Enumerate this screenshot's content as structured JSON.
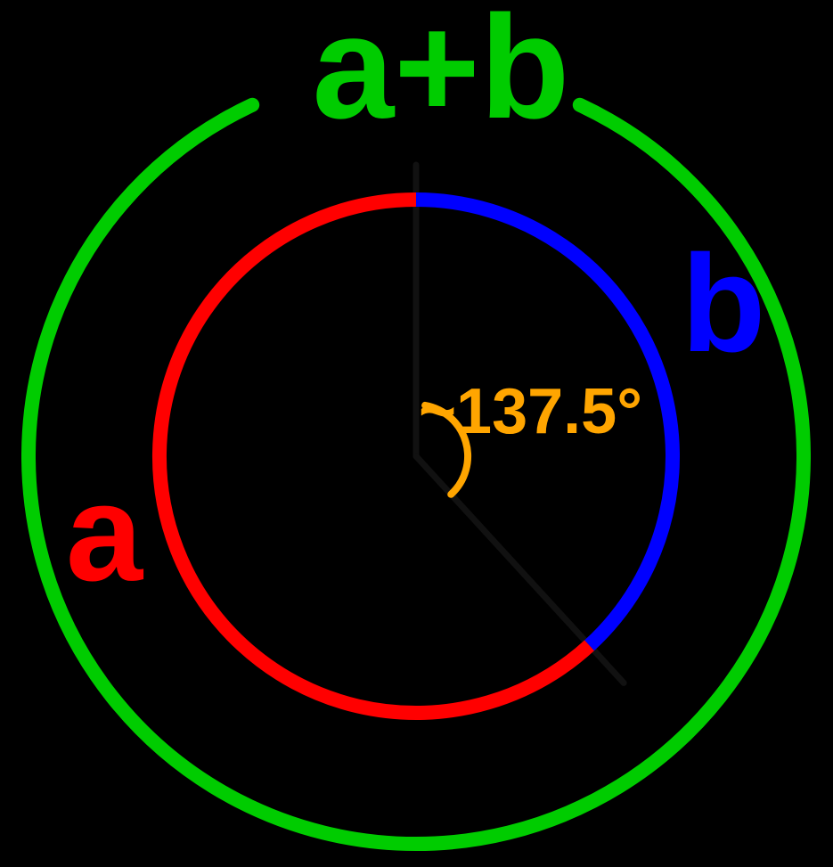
{
  "diagram": {
    "title_label": "a+b",
    "label_a": "a",
    "label_b": "b",
    "angle_label": "~137.5°",
    "angle_degrees": 137.5,
    "colors": {
      "sum": "#00cc00",
      "a": "#ff0000",
      "b": "#0000ff",
      "angle": "#ffa500",
      "lines": "#111111",
      "background": "#000000"
    }
  }
}
